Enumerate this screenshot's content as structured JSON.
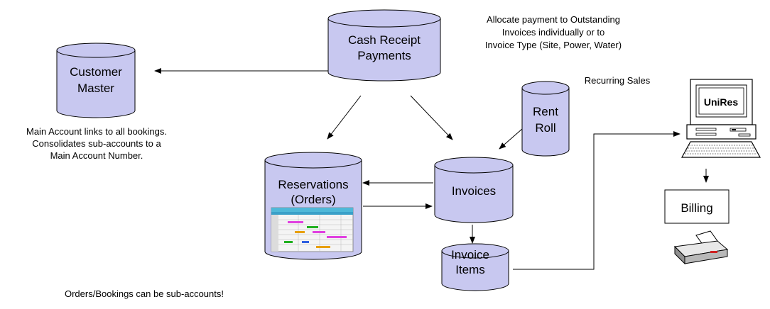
{
  "nodes": {
    "cash_receipt": {
      "line1": "Cash Receipt",
      "line2": "Payments"
    },
    "customer_master": {
      "line1": "Customer",
      "line2": "Master"
    },
    "rent_roll": {
      "line1": "Rent",
      "line2": "Roll"
    },
    "reservations": {
      "line1": "Reservations",
      "line2": "(Orders)"
    },
    "invoices": {
      "label": "Invoices"
    },
    "invoice_items": {
      "line1": "Invoice",
      "line2": "Items"
    },
    "unires": {
      "label": "UniRes"
    },
    "billing": {
      "label": "Billing"
    }
  },
  "notes": {
    "allocate": [
      "Allocate payment to Outstanding",
      "Invoices individually or to",
      "Invoice Type (Site, Power, Water)"
    ],
    "recurring": "Recurring Sales",
    "main_account": [
      "Main Account links to all bookings.",
      "Consolidates sub-accounts to a",
      "Main Account Number."
    ],
    "orders_sub": "Orders/Bookings can be sub-accounts!"
  },
  "colors": {
    "cylinder_fill": "#c8c8f0",
    "stroke": "#000000",
    "screenshot_header": "#4fb8d8"
  }
}
